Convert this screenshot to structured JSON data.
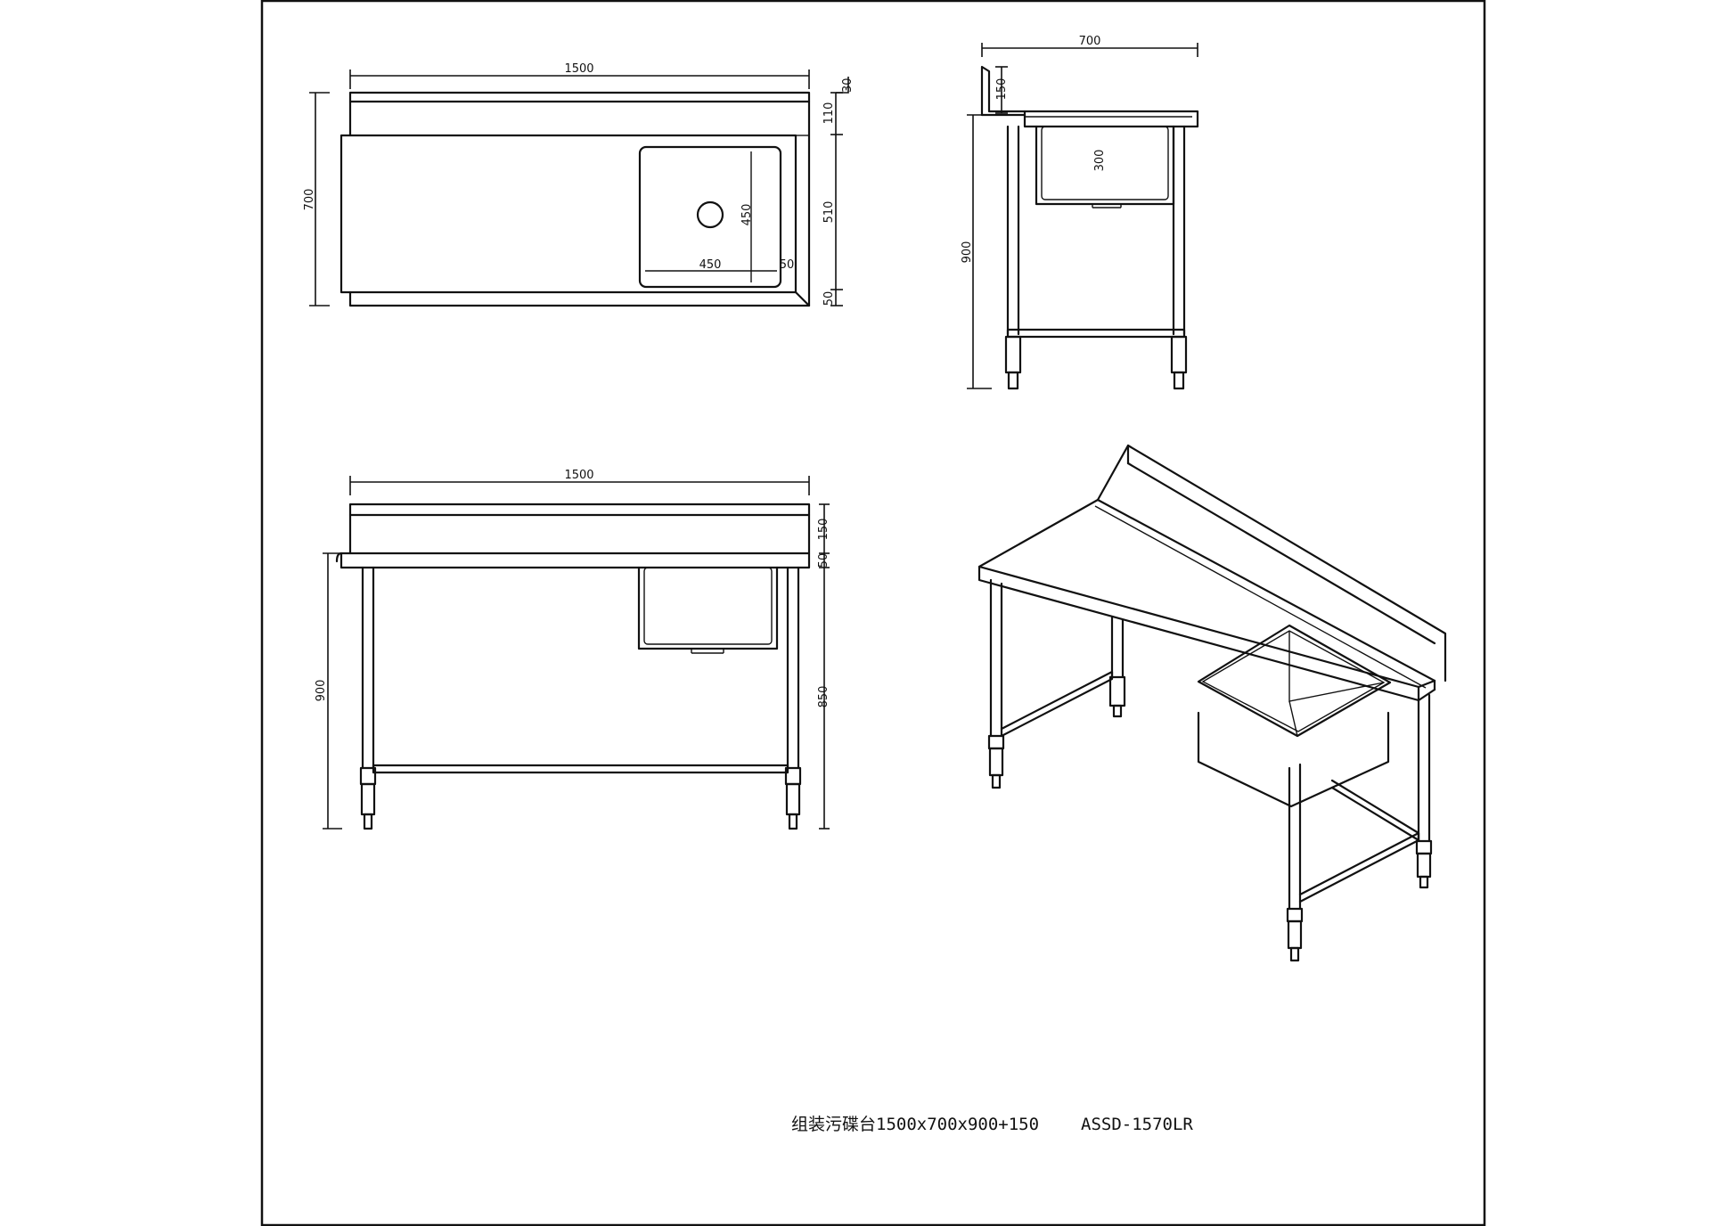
{
  "caption": {
    "title": "组装污碟台1500x700x900+150",
    "model": "ASSD-1570LR"
  },
  "top_view": {
    "width": "1500",
    "depth": "700",
    "upstand": "30",
    "d110": "110",
    "d510": "510",
    "d50": "50",
    "sink_w": "450",
    "sink_d": "450",
    "sink_gap": "50"
  },
  "side_view": {
    "depth": "700",
    "height": "900",
    "upstand": "150",
    "sink_depth": "300"
  },
  "front_view": {
    "width": "1500",
    "height": "900",
    "upstand": "150",
    "d50": "50",
    "d850": "850"
  }
}
